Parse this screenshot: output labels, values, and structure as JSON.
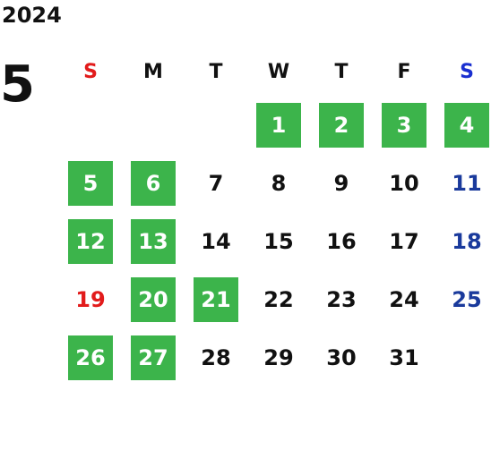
{
  "calendar": {
    "year": "2024",
    "month": "5",
    "weekdays": [
      "S",
      "M",
      "T",
      "W",
      "T",
      "F",
      "S"
    ],
    "days": {
      "d1": "1",
      "d2": "2",
      "d3": "3",
      "d4": "4",
      "d5": "5",
      "d6": "6",
      "d7": "7",
      "d8": "8",
      "d9": "9",
      "d10": "10",
      "d11": "11",
      "d12": "12",
      "d13": "13",
      "d14": "14",
      "d15": "15",
      "d16": "16",
      "d17": "17",
      "d18": "18",
      "d19": "19",
      "d20": "20",
      "d21": "21",
      "d22": "22",
      "d23": "23",
      "d24": "24",
      "d25": "25",
      "d26": "26",
      "d27": "27",
      "d28": "28",
      "d29": "29",
      "d30": "30",
      "d31": "31"
    },
    "highlighted_days": [
      1,
      2,
      3,
      4,
      5,
      6,
      12,
      13,
      20,
      21,
      26,
      27
    ],
    "colors": {
      "highlight": "#3cb44b",
      "sunday": "#e21b1b",
      "saturday": "#1a3a9c",
      "weekday": "#111111"
    }
  }
}
